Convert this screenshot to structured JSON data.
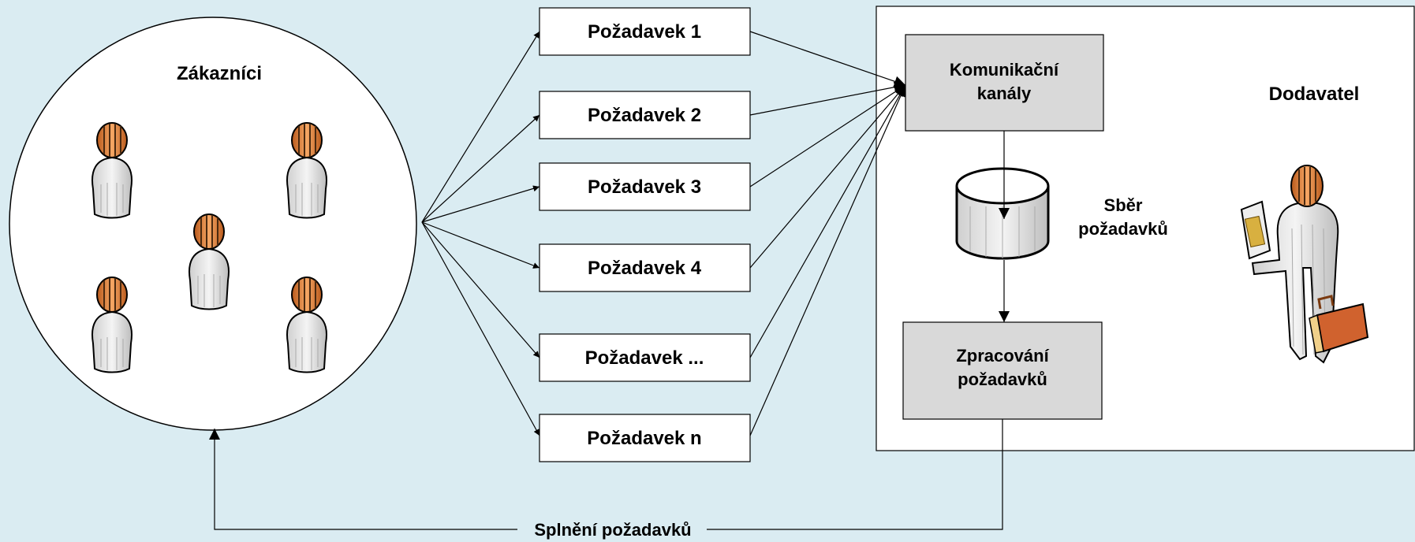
{
  "customers": {
    "title": "Zákazníci",
    "people": [
      "person-icon",
      "person-icon",
      "person-icon",
      "person-icon",
      "person-icon"
    ]
  },
  "requests": [
    "Požadavek 1",
    "Požadavek 2",
    "Požadavek 3",
    "Požadavek 4",
    "Požadavek ...",
    "Požadavek n"
  ],
  "supplier": {
    "title": "Dodavatel",
    "channels_line1": "Komunikační",
    "channels_line2": "kanály",
    "collection_line1": "Sběr",
    "collection_line2": "požadavků",
    "processing_line1": "Zpracování",
    "processing_line2": "požadavků"
  },
  "fulfillment_label": "Splnění požadavků",
  "colors": {
    "background": "#daecf2",
    "box_fill": "#d9d9d9",
    "head_orange": "#e0803a",
    "case_orange": "#d0622e"
  }
}
